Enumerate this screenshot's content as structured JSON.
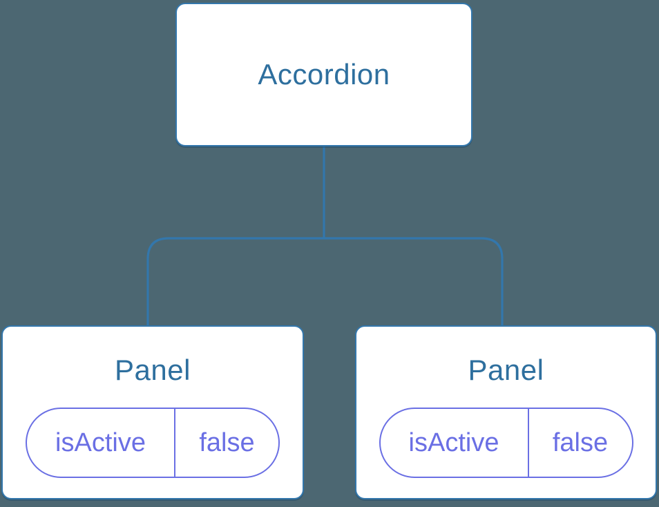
{
  "diagram": {
    "root": {
      "label": "Accordion"
    },
    "panels": [
      {
        "label": "Panel",
        "state": {
          "name": "isActive",
          "value": "false"
        }
      },
      {
        "label": "Panel",
        "state": {
          "name": "isActive",
          "value": "false"
        }
      }
    ]
  },
  "colors": {
    "background": "#4C6772",
    "node_bg": "#FFFFFF",
    "node_border": "#3377AC",
    "node_label": "#2E6F9E",
    "connector": "#3377AC",
    "pill": "#6A6FE4"
  }
}
